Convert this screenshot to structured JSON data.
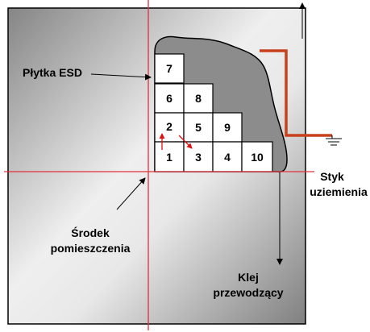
{
  "labels": {
    "tile": "Płytka ESD",
    "ground_line1": "Styk",
    "ground_line2": "uziemienia",
    "center_line1": "Środek",
    "center_line2": "pomieszczenia",
    "glue_line1": "Klej",
    "glue_line2": "przewodzący"
  },
  "tiles": {
    "t1": "1",
    "t2": "2",
    "t3": "3",
    "t4": "4",
    "t5": "5",
    "t6": "6",
    "t7": "7",
    "t8": "8",
    "t9": "9",
    "t10": "10"
  },
  "colors": {
    "floor_light": "#f2f2f2",
    "floor_dark": "#7a7a7a",
    "glue": "#8c8c8c",
    "crosshair": "#e0303a",
    "ground_wire": "#c8401c",
    "arrow_red": "#e01010",
    "tile_fill": "#ffffff",
    "line": "#000000"
  }
}
